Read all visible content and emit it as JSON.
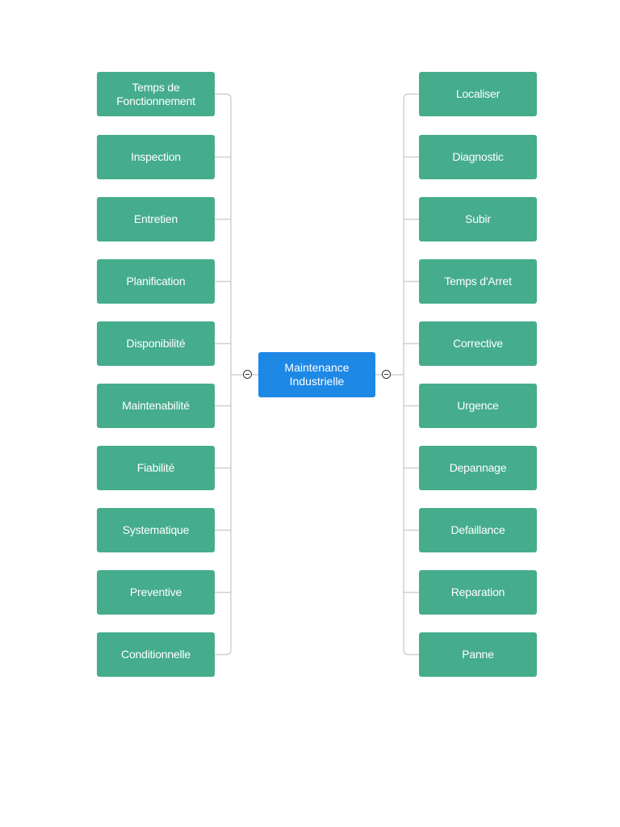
{
  "colors": {
    "central_fill": "#1e88e5",
    "node_fill": "#45ac8c",
    "connector": "#d0d0d0",
    "node_text": "#ffffff"
  },
  "diagram": {
    "central": {
      "label": "Maintenance\nIndustrielle"
    },
    "left_nodes": [
      "Temps de Fonctionnement",
      "Inspection",
      "Entretien",
      "Planification",
      "Disponibilité",
      "Maintenabilité",
      "Fiabilité",
      "Systematique",
      "Preventive",
      "Conditionnelle"
    ],
    "right_nodes": [
      "Localiser",
      "Diagnostic",
      "Subir",
      "Temps d'Arret",
      "Corrective",
      "Urgence",
      "Depannage",
      "Defaillance",
      "Reparation",
      "Panne"
    ]
  }
}
